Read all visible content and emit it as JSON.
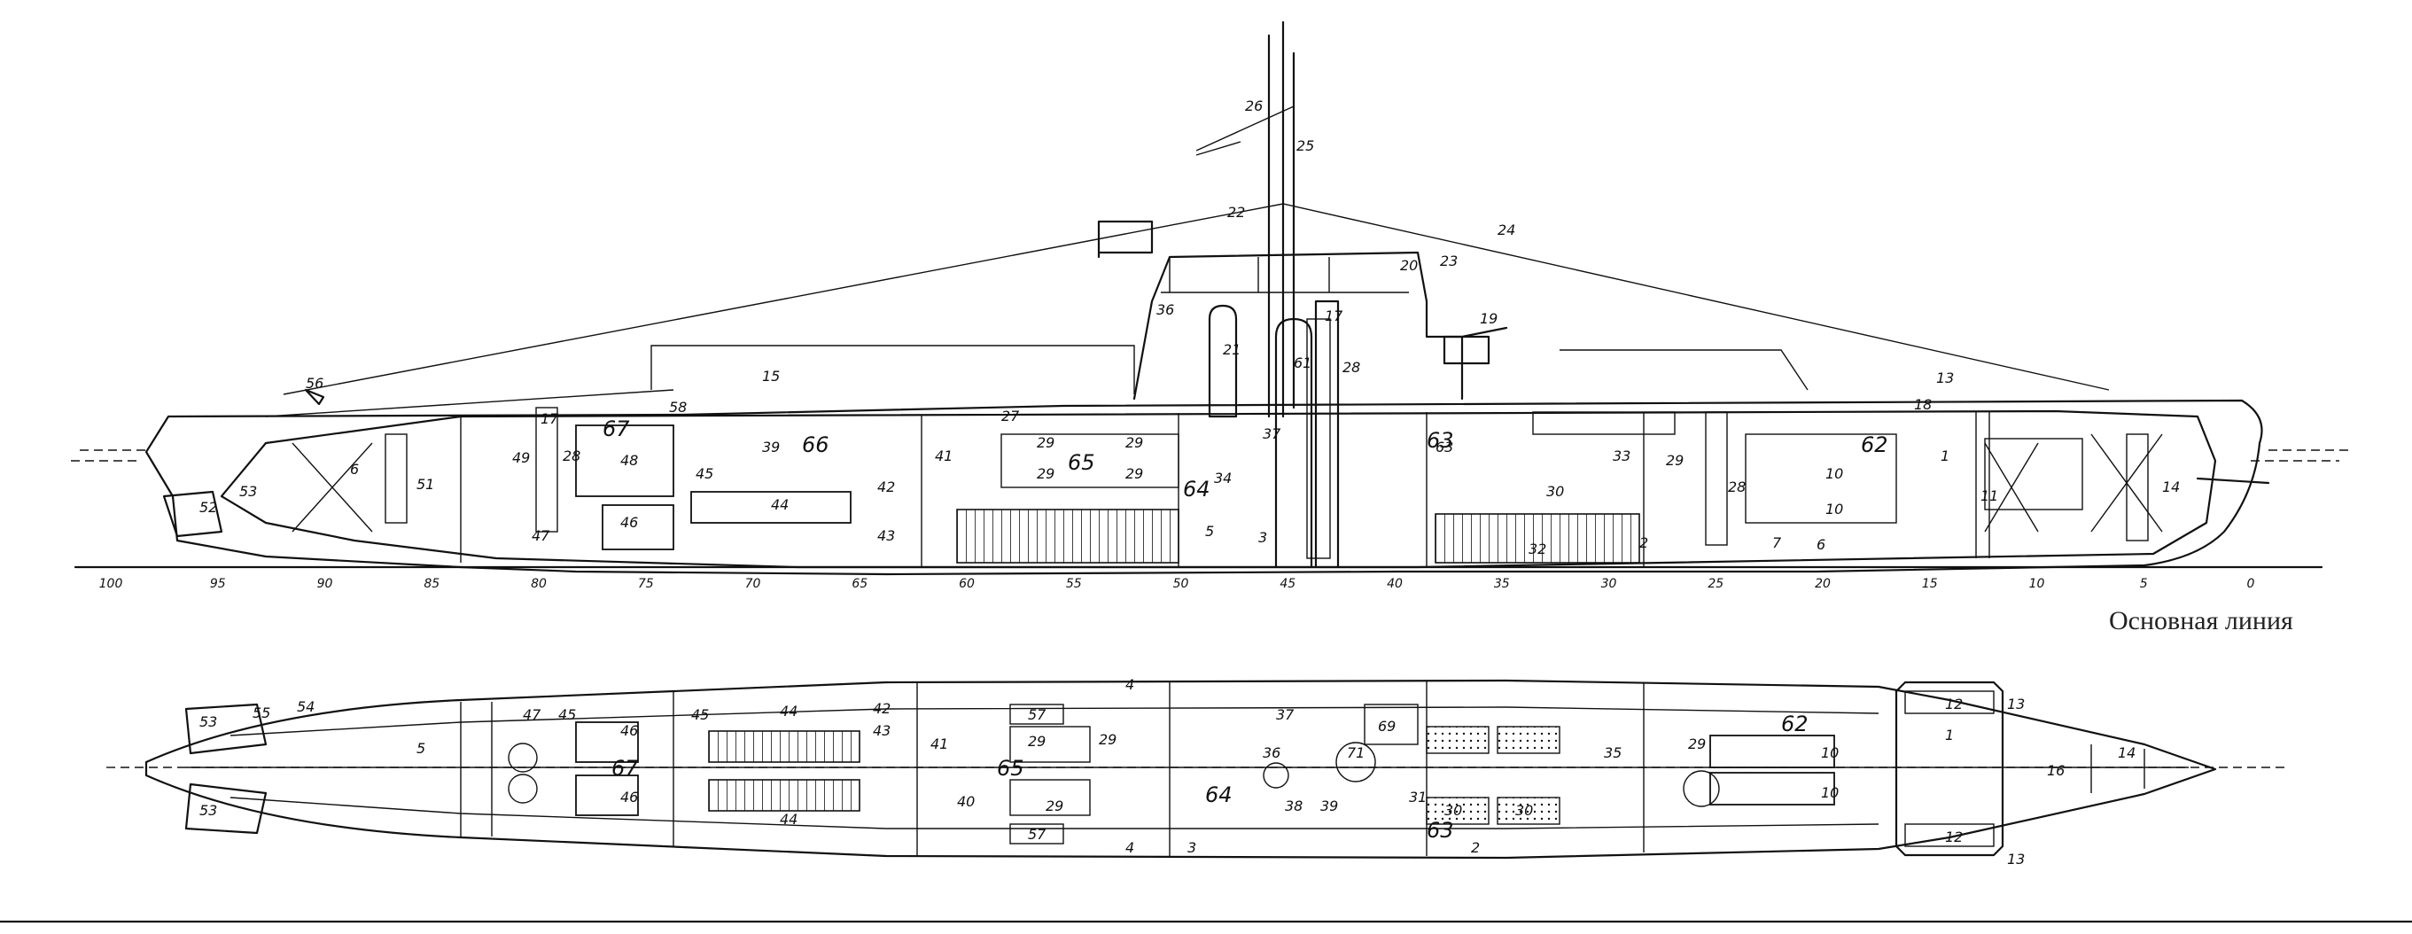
{
  "caption": "Основная линия",
  "side_view": {
    "frame_ticks": [
      "100",
      "95",
      "90",
      "85",
      "80",
      "75",
      "70",
      "65",
      "60",
      "55",
      "50",
      "45",
      "40",
      "35",
      "30",
      "25",
      "20",
      "15",
      "10",
      "5",
      "0"
    ],
    "compartments": [
      "67",
      "66",
      "65",
      "64",
      "63",
      "62"
    ],
    "labels": [
      "56",
      "52",
      "53",
      "6",
      "51",
      "17",
      "49",
      "28",
      "48",
      "46",
      "47",
      "58",
      "45",
      "44",
      "39",
      "27",
      "41",
      "42",
      "43",
      "29",
      "29",
      "29",
      "29",
      "34",
      "5",
      "37",
      "61",
      "21",
      "36",
      "22",
      "26",
      "25",
      "24",
      "23",
      "20",
      "19",
      "17",
      "28",
      "63",
      "30",
      "32",
      "33",
      "29",
      "28",
      "10",
      "10",
      "1",
      "11",
      "14",
      "18",
      "15",
      "13",
      "7",
      "6",
      "3",
      "2"
    ]
  },
  "plan_view": {
    "compartments": [
      "67",
      "65",
      "64",
      "63",
      "62"
    ],
    "labels": [
      "53",
      "55",
      "54",
      "53",
      "5",
      "47",
      "45",
      "46",
      "45",
      "46",
      "44",
      "44",
      "41",
      "42",
      "43",
      "40",
      "57",
      "29",
      "29",
      "29",
      "57",
      "37",
      "36",
      "69",
      "71",
      "31",
      "30",
      "30",
      "35",
      "29",
      "10",
      "10",
      "12",
      "12",
      "13",
      "13",
      "1",
      "14",
      "16",
      "4",
      "4",
      "3",
      "2",
      "38",
      "39"
    ]
  }
}
